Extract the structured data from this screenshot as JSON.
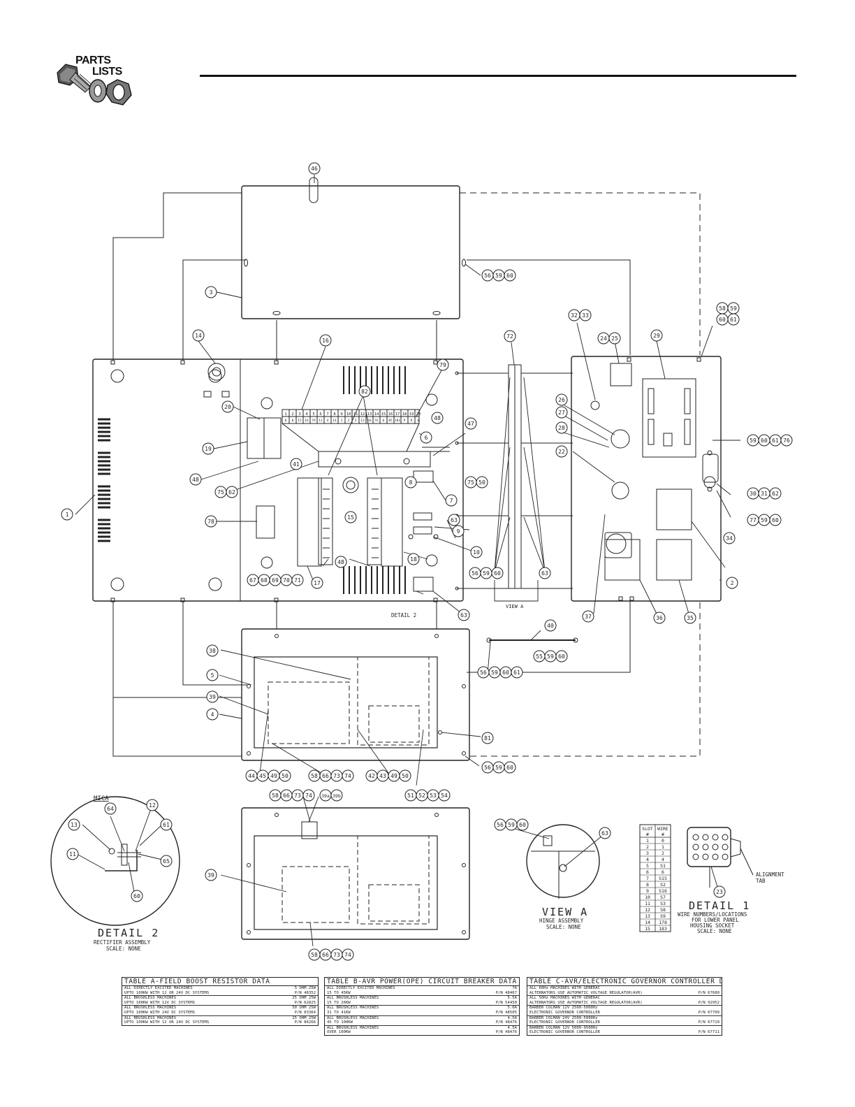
{
  "logo": {
    "line1": "PARTS",
    "line2": "LISTS"
  },
  "callouts": [
    {
      "id": "46",
      "t": "46"
    },
    {
      "id": "56a",
      "t": "56"
    },
    {
      "id": "59a",
      "t": "59"
    },
    {
      "id": "60a",
      "t": "60"
    },
    {
      "id": "3",
      "t": "3"
    },
    {
      "id": "32",
      "t": "32"
    },
    {
      "id": "33",
      "t": "33"
    },
    {
      "id": "58a",
      "t": "58"
    },
    {
      "id": "59b",
      "t": "59"
    },
    {
      "id": "60b",
      "t": "60"
    },
    {
      "id": "61a",
      "t": "61"
    },
    {
      "id": "14",
      "t": "14"
    },
    {
      "id": "16",
      "t": "16"
    },
    {
      "id": "72",
      "t": "72"
    },
    {
      "id": "24",
      "t": "24"
    },
    {
      "id": "25",
      "t": "25"
    },
    {
      "id": "29",
      "t": "29"
    },
    {
      "id": "79",
      "t": "79"
    },
    {
      "id": "20",
      "t": "20"
    },
    {
      "id": "48a",
      "t": "48"
    },
    {
      "id": "26",
      "t": "26"
    },
    {
      "id": "27",
      "t": "27"
    },
    {
      "id": "6",
      "t": "6"
    },
    {
      "id": "47",
      "t": "47"
    },
    {
      "id": "28",
      "t": "28"
    },
    {
      "id": "19",
      "t": "19"
    },
    {
      "id": "82",
      "t": "82"
    },
    {
      "id": "59c",
      "t": "59"
    },
    {
      "id": "60c",
      "t": "60"
    },
    {
      "id": "61b",
      "t": "61"
    },
    {
      "id": "76",
      "t": "76"
    },
    {
      "id": "41",
      "t": "41"
    },
    {
      "id": "22",
      "t": "22"
    },
    {
      "id": "48b",
      "t": "48"
    },
    {
      "id": "75a",
      "t": "75"
    },
    {
      "id": "62a",
      "t": "62"
    },
    {
      "id": "75b",
      "t": "75"
    },
    {
      "id": "50a",
      "t": "50"
    },
    {
      "id": "30",
      "t": "30"
    },
    {
      "id": "31",
      "t": "31"
    },
    {
      "id": "62b",
      "t": "62"
    },
    {
      "id": "1",
      "t": "1"
    },
    {
      "id": "7",
      "t": "7"
    },
    {
      "id": "15",
      "t": "15"
    },
    {
      "id": "77",
      "t": "77"
    },
    {
      "id": "59d",
      "t": "59"
    },
    {
      "id": "60d",
      "t": "60"
    },
    {
      "id": "8",
      "t": "8"
    },
    {
      "id": "63a",
      "t": "63"
    },
    {
      "id": "34",
      "t": "34"
    },
    {
      "id": "9",
      "t": "9"
    },
    {
      "id": "78",
      "t": "78"
    },
    {
      "id": "10",
      "t": "10"
    },
    {
      "id": "18",
      "t": "18"
    },
    {
      "id": "48c",
      "t": "48"
    },
    {
      "id": "67",
      "t": "67"
    },
    {
      "id": "68",
      "t": "68"
    },
    {
      "id": "69",
      "t": "69"
    },
    {
      "id": "70",
      "t": "70"
    },
    {
      "id": "71",
      "t": "71"
    },
    {
      "id": "17",
      "t": "17"
    },
    {
      "id": "56b",
      "t": "56"
    },
    {
      "id": "59e",
      "t": "59"
    },
    {
      "id": "60e",
      "t": "60"
    },
    {
      "id": "63b",
      "t": "63"
    },
    {
      "id": "2",
      "t": "2"
    },
    {
      "id": "63c",
      "t": "63"
    },
    {
      "id": "37",
      "t": "37"
    },
    {
      "id": "36",
      "t": "36"
    },
    {
      "id": "35",
      "t": "35"
    },
    {
      "id": "40",
      "t": "40"
    },
    {
      "id": "38",
      "t": "38"
    },
    {
      "id": "55",
      "t": "55"
    },
    {
      "id": "59f",
      "t": "59"
    },
    {
      "id": "60f",
      "t": "60"
    },
    {
      "id": "5",
      "t": "5"
    },
    {
      "id": "56c",
      "t": "56"
    },
    {
      "id": "59g",
      "t": "59"
    },
    {
      "id": "60g",
      "t": "60"
    },
    {
      "id": "61c",
      "t": "61"
    },
    {
      "id": "39a",
      "t": "39"
    },
    {
      "id": "4",
      "t": "4"
    },
    {
      "id": "81",
      "t": "81"
    },
    {
      "id": "56d",
      "t": "56"
    },
    {
      "id": "59h",
      "t": "59"
    },
    {
      "id": "60h",
      "t": "60"
    },
    {
      "id": "44",
      "t": "44"
    },
    {
      "id": "45",
      "t": "45"
    },
    {
      "id": "49a",
      "t": "49"
    },
    {
      "id": "50b",
      "t": "50"
    },
    {
      "id": "58b",
      "t": "58"
    },
    {
      "id": "66a",
      "t": "66"
    },
    {
      "id": "73a",
      "t": "73"
    },
    {
      "id": "74a",
      "t": "74"
    },
    {
      "id": "42",
      "t": "42"
    },
    {
      "id": "43",
      "t": "43"
    },
    {
      "id": "49b",
      "t": "49"
    },
    {
      "id": "50c",
      "t": "50"
    },
    {
      "id": "51",
      "t": "51"
    },
    {
      "id": "52",
      "t": "52"
    },
    {
      "id": "53",
      "t": "53"
    },
    {
      "id": "54",
      "t": "54"
    },
    {
      "id": "58c",
      "t": "58"
    },
    {
      "id": "66b",
      "t": "66"
    },
    {
      "id": "73b",
      "t": "73"
    },
    {
      "id": "74b",
      "t": "74"
    },
    {
      "id": "39b",
      "t": "39a"
    },
    {
      "id": "39c",
      "t": "39b"
    },
    {
      "id": "64",
      "t": "64"
    },
    {
      "id": "12",
      "t": "12"
    },
    {
      "id": "13",
      "t": "13"
    },
    {
      "id": "61d",
      "t": "61"
    },
    {
      "id": "11",
      "t": "11"
    },
    {
      "id": "65",
      "t": "65"
    },
    {
      "id": "60i",
      "t": "60"
    },
    {
      "id": "56e",
      "t": "56"
    },
    {
      "id": "59i",
      "t": "59"
    },
    {
      "id": "60j",
      "t": "60"
    },
    {
      "id": "63d",
      "t": "63"
    },
    {
      "id": "39d",
      "t": "39"
    },
    {
      "id": "23",
      "t": "23"
    },
    {
      "id": "58d",
      "t": "58"
    },
    {
      "id": "66c",
      "t": "66"
    },
    {
      "id": "73c",
      "t": "73"
    },
    {
      "id": "74c",
      "t": "74"
    }
  ],
  "terminal_strip": {
    "top": [
      "1",
      "2",
      "3",
      "4",
      "5",
      "6",
      "7",
      "8",
      "9",
      "10",
      "11",
      "12",
      "13",
      "14",
      "15",
      "16",
      "17",
      "18",
      "19",
      "20"
    ],
    "bottom": [
      "0",
      "0",
      "15",
      "16",
      "79",
      "11",
      "4",
      "14",
      "1",
      "2",
      "3",
      "13",
      "56",
      "55",
      "6",
      "85",
      "181",
      "P",
      "R",
      "W"
    ]
  },
  "labels": {
    "mica": "MICA",
    "detail2_small": "DETAIL 2",
    "view_a_small": "VIEW A",
    "detail2_title": "DETAIL 2",
    "detail2_sub1": "RECTIFIER ASSEMBLY",
    "detail2_sub2": "SCALE: NONE",
    "viewa_title": "VIEW A",
    "viewa_sub1": "HINGE ASSEMBLY",
    "viewa_sub2": "SCALE: NONE",
    "detail1_title": "DETAIL 1",
    "detail1_sub1": "WIRE NUMBERS/LOCATIONS",
    "detail1_sub2": "FOR LOWER PANEL",
    "detail1_sub3": "HOUSING SOCKET",
    "detail1_sub4": "SCALE: NONE",
    "alignment1": "ALIGNMENT",
    "alignment2": "TAB"
  },
  "slot_table": {
    "header": [
      "SLOT #",
      "WIRE #"
    ],
    "rows": [
      [
        "1",
        "0"
      ],
      [
        "2",
        "1"
      ],
      [
        "3",
        "2"
      ],
      [
        "4",
        "4"
      ],
      [
        "5",
        "S1"
      ],
      [
        "6",
        "6"
      ],
      [
        "7",
        "S15"
      ],
      [
        "8",
        "S2"
      ],
      [
        "9",
        "S16"
      ],
      [
        "10",
        "S7"
      ],
      [
        "11",
        "S3"
      ],
      [
        "12",
        "S8"
      ],
      [
        "13",
        "S9"
      ],
      [
        "14",
        "178"
      ],
      [
        "15",
        "183"
      ]
    ]
  },
  "tables": [
    {
      "title": "TABLE A-FIELD BOOST RESISTOR DATA",
      "groups": [
        [
          [
            "ALL DIRECTLY EXCITED MACHINES",
            "5 OHM 25W"
          ],
          [
            "UPTO 100KW WITH 12 OR 24V DC SYSTEMS",
            "P/N 48352"
          ]
        ],
        [
          [
            "ALL BRUSHLESS MACHINES",
            "25 OHM 25W"
          ],
          [
            "UPTO 100KW WITH 12V DC SYSTEMS",
            "P/N 62825"
          ]
        ],
        [
          [
            "ALL BRUSHLESS MACHINES",
            "50 OHM 25W"
          ],
          [
            "UPTO 100KW WITH 24V DC SYSTEMS",
            "P/N 83364"
          ]
        ],
        [
          [
            "ALL BRUSHLESS MACHINES",
            "25 OHM 25W"
          ],
          [
            "UPTO 100KW WITH 12 OR 24V DC SYSTEMS",
            "P/N 86266"
          ]
        ]
      ]
    },
    {
      "title": "TABLE B-AVR POWER(OPE) CIRCUIT BREAKER DATA",
      "groups": [
        [
          [
            "ALL DIRECTLY EXCITED MACHINES",
            "7A"
          ],
          [
            "15 TO 45KW",
            "P/N 48467"
          ]
        ],
        [
          [
            "ALL BRUSHLESS MACHINES",
            "5.5A"
          ],
          [
            "15 TO 26KW",
            "P/N 54450"
          ]
        ],
        [
          [
            "ALL BRUSHLESS MACHINES",
            "5.0A"
          ],
          [
            "31 TO 41KW",
            "P/N 48505"
          ]
        ],
        [
          [
            "ALL BRUSHLESS MACHINES",
            "4.5A"
          ],
          [
            "45 TO 100KW",
            "P/N 48476"
          ]
        ],
        [
          [
            "ALL BRUSHLESS MACHINES",
            "4.5A"
          ],
          [
            "OVER 100KW",
            "P/N 48476"
          ]
        ]
      ]
    },
    {
      "title": "TABLE C-AVR/ELECTRONIC GOVERNOR CONTROLLER DATA",
      "groups": [
        [
          [
            "ALL 60Hz MACHINES WITH GENERAC",
            ""
          ],
          [
            "ALTERNATORS USE AUTOMATIC VOLTAGE REGULATOR(AVR)",
            "P/N 67680"
          ]
        ],
        [
          [
            "ALL 50Hz MACHINES WITH GENERAC",
            ""
          ],
          [
            "ALTERNATORS USE AUTOMATIC VOLTAGE REGULATOR(AVR)",
            "P/N 92952"
          ]
        ],
        [
          [
            "BARBER COLMAN 12V 2500-5000Hz",
            ""
          ],
          [
            "ELECTRONIC GOVERNOR CONTROLLER",
            "P/N 67709"
          ]
        ],
        [
          [
            "BARBER COLMAN 24V 2500-5000Hz",
            ""
          ],
          [
            "ELECTRONIC GOVERNOR CONTROLLER",
            "P/N 67710"
          ]
        ],
        [
          [
            "BARBER COLMAN 12V 5000-9500Hz",
            ""
          ],
          [
            "ELECTRONIC GOVERNOR CONTROLLER",
            "P/N 67711"
          ]
        ]
      ]
    }
  ]
}
